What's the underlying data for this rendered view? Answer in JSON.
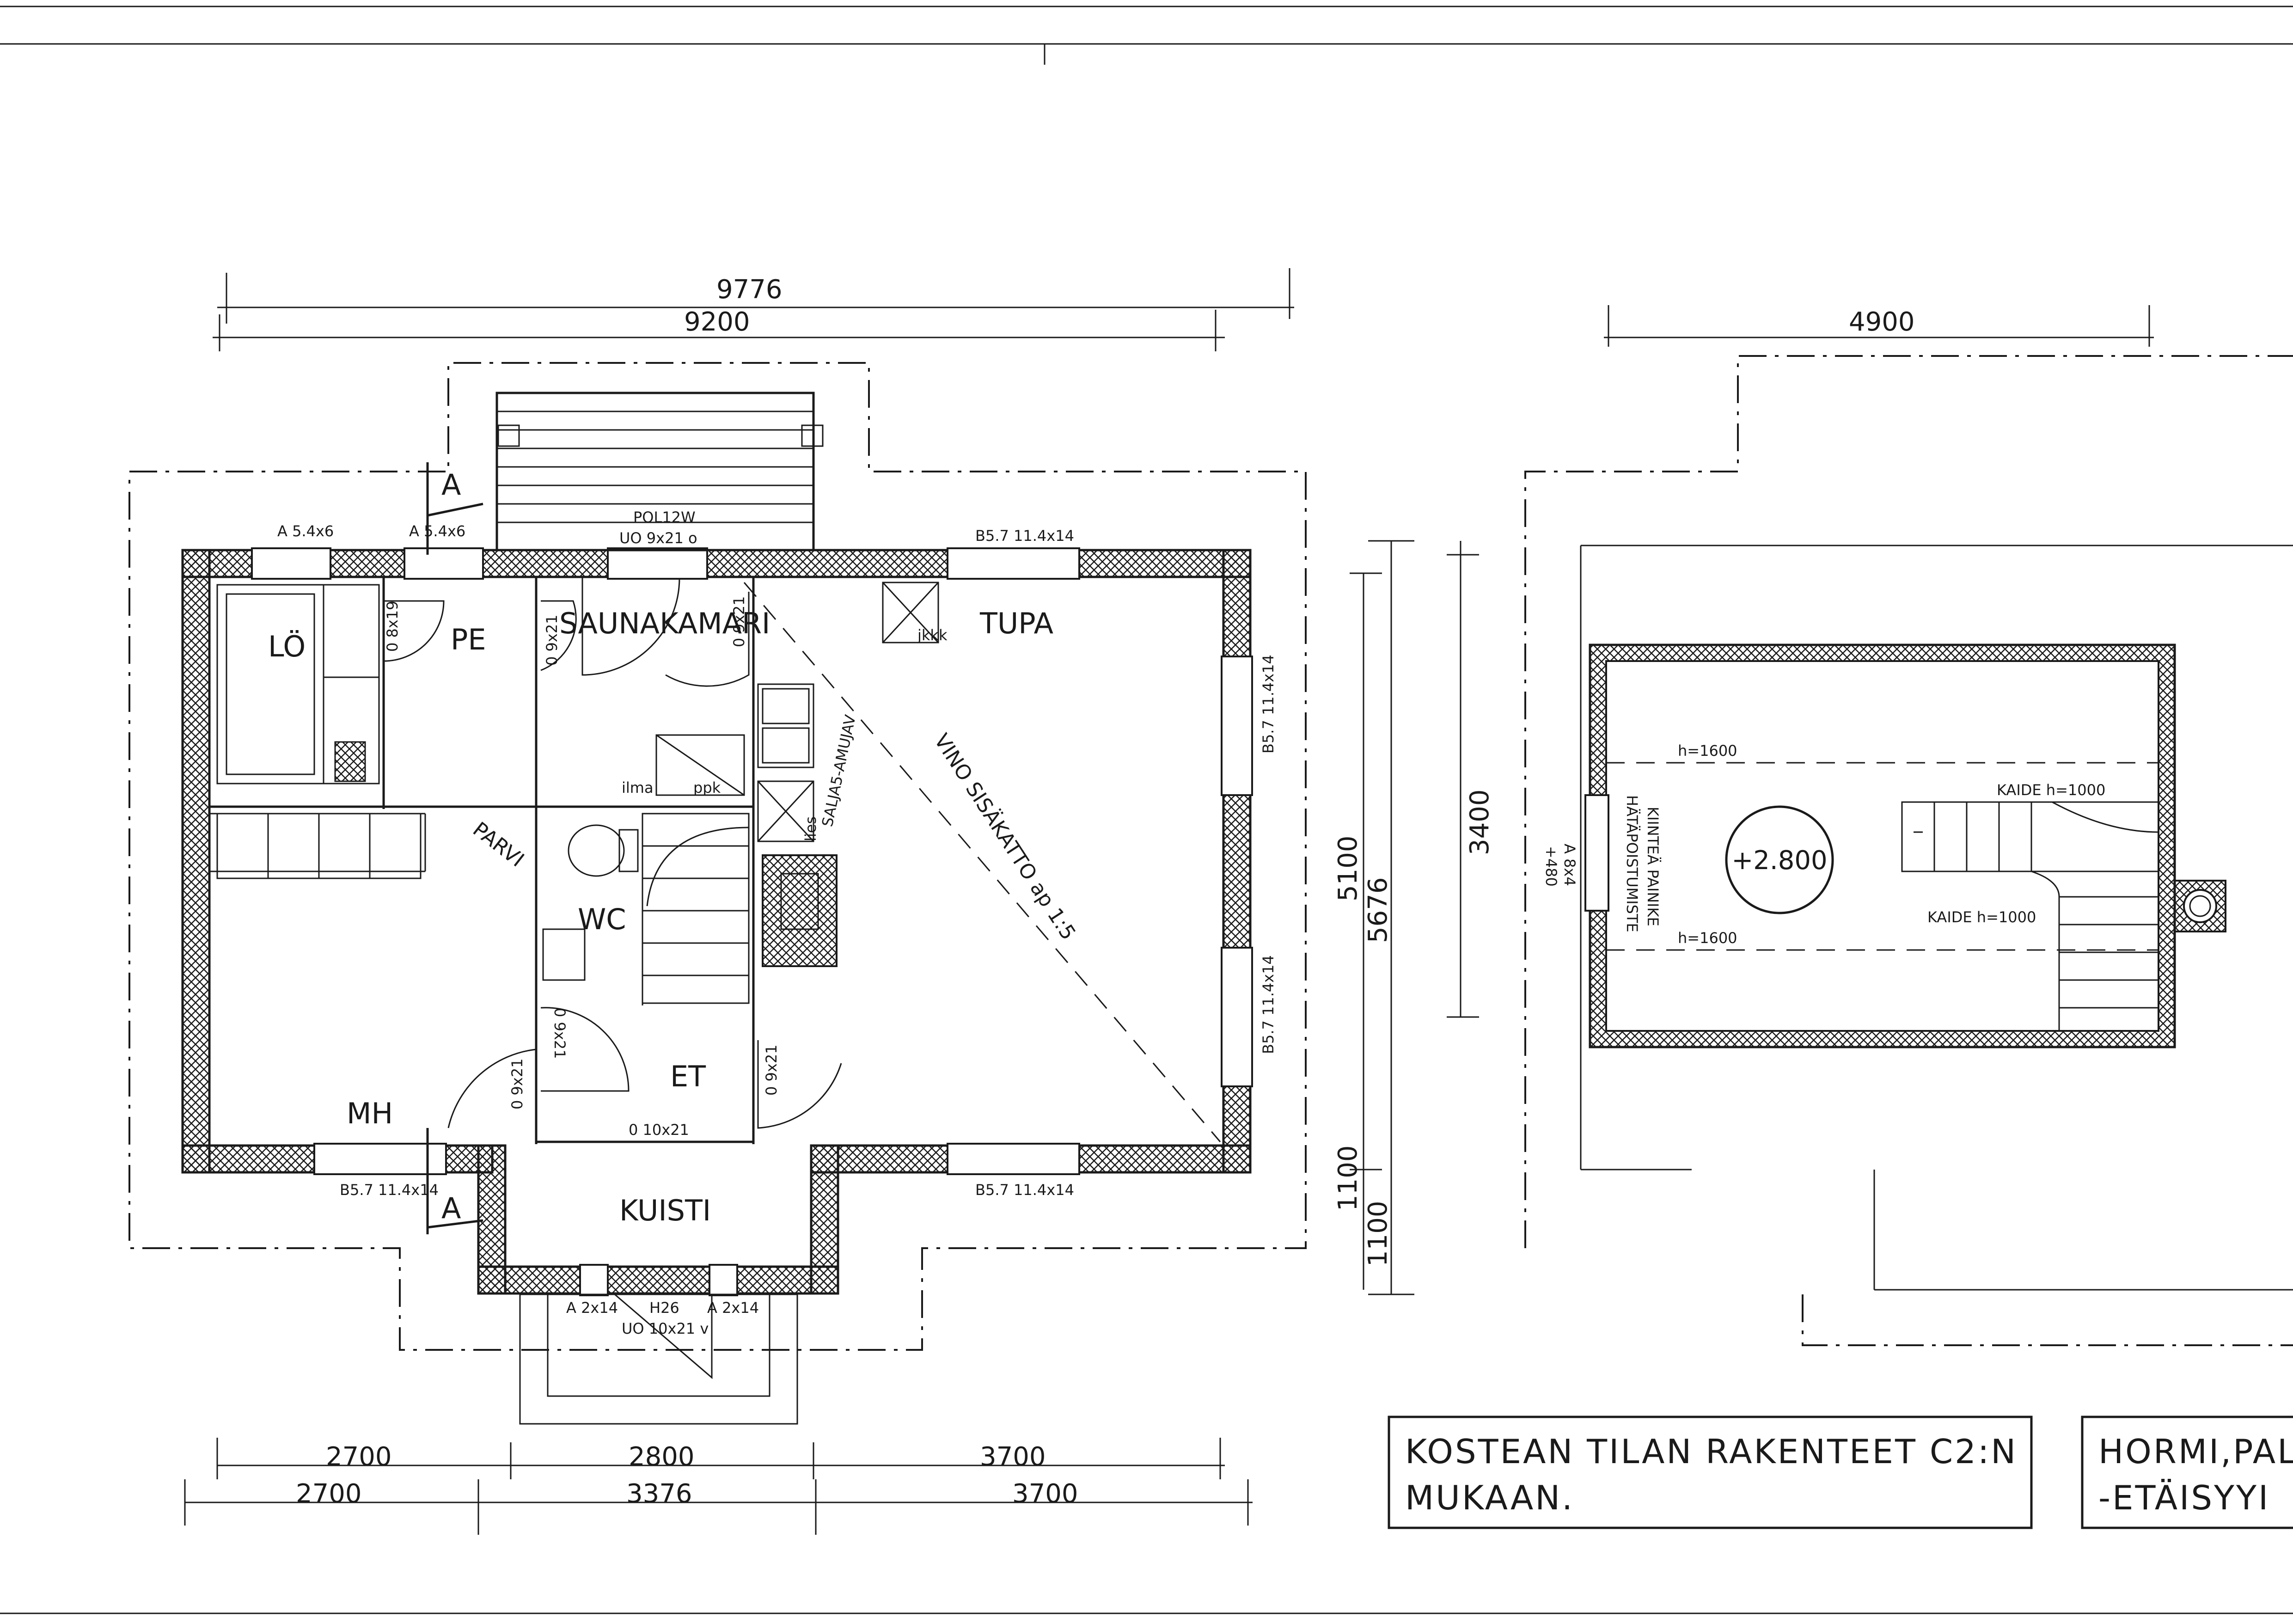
{
  "dimensions": {
    "top_outer": "9776",
    "top_inner": "9200",
    "loft_top": "4900",
    "right_outer": "5676",
    "right_inner": "5100",
    "loft_right": "3400",
    "right_bottom_a": "1100",
    "right_bottom_b": "1100",
    "bottom_upper": [
      "2700",
      "2800",
      "3700"
    ],
    "bottom_lower": [
      "2700",
      "3376",
      "3700"
    ]
  },
  "rooms": {
    "lo": "LÖ",
    "pe": "PE",
    "saunakamari": "SAUNAKAMARI",
    "tupa": "TUPA",
    "wc": "WC",
    "et": "ET",
    "mh": "MH",
    "kuisti": "KUISTI",
    "parvi": "PARVI"
  },
  "labels": {
    "window_a54_left": "A 5.4x6",
    "window_a54_right": "A 5.4x6",
    "pol12w": "POL12W",
    "uo_9x21_top": "UO 9x21 o",
    "b57_top": "B5.7 11.4x14",
    "b57_right_upper": "B5.7 11.4x14",
    "b57_right_lower": "B5.7 11.4x14",
    "b57_bottom_left": "B5.7 11.4x14",
    "b57_bottom_right": "B5.7 11.4x14",
    "door_08x19": "0 8x19",
    "door_09x21_pe": "0 9x21",
    "door_09x21_sk": "0 9x21",
    "door_09x21_wc": "0 9x21",
    "door_09x21_mh": "0 9x21",
    "door_09x21_et": "0 9x21",
    "door_010x21": "0 10x21",
    "jkkk": "jkkk",
    "ilma": "ilma",
    "ppk": "ppk",
    "lies": "lies",
    "saljas": "SALJA5-AMUJAV",
    "vino": "VINO SISÄKATTO ap 1:5",
    "a_2x14_left": "A 2x14",
    "a_2x14_right": "A 2x14",
    "h26": "H26",
    "uo_10x21": "UO 10x21 v",
    "section_a": "A"
  },
  "loft": {
    "level": "+2.800",
    "h1600_top": "h=1600",
    "h1600_bottom": "h=1600",
    "kaide_top": "KAIDE h=1000",
    "kaide_mid": "KAIDE h=1000",
    "hatapoistumiste": "HÄTÄPOISTUMISTE",
    "kintea_painike": "KIINTEÄ PAINIKE",
    "a_8x4": "A 8x4",
    "plus_480": "+480"
  },
  "notes": {
    "box1_line1": "KOSTEAN TILAN RAKENTEET C2:N",
    "box1_line2": "MUKAAN.",
    "box2_line1": "HORMI,PAL",
    "box2_line2": "-ETÄISYYI"
  }
}
